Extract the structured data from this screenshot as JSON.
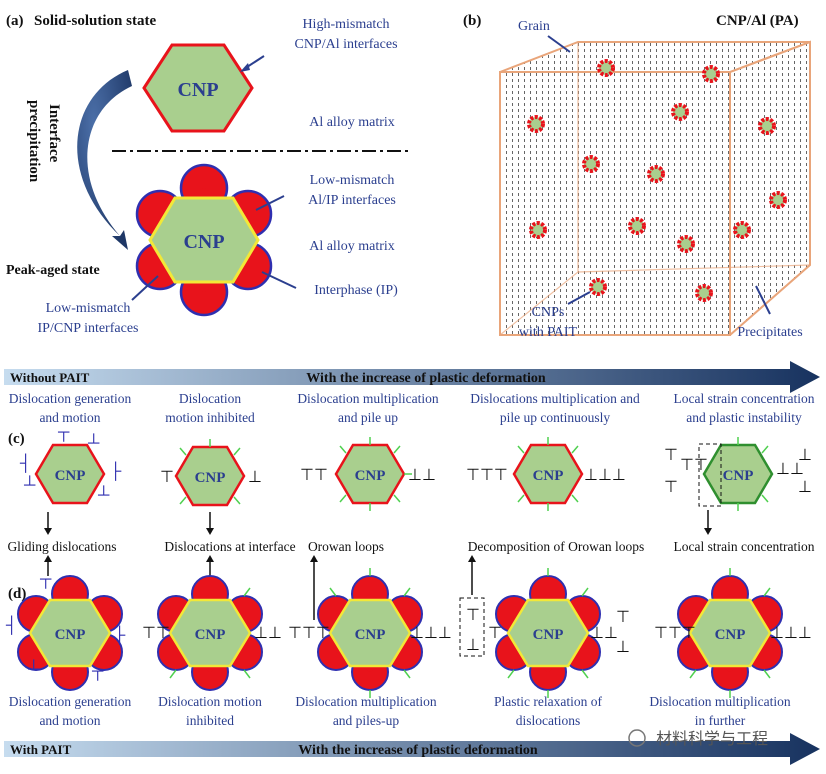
{
  "panel_a": {
    "label": "(a)",
    "title": "Solid-solution state",
    "cnp": "CNP",
    "high_mismatch": [
      "High-mismatch",
      "CNP/Al interfaces"
    ],
    "matrix_top": "Al alloy matrix",
    "interface_precip": [
      "Interface",
      "precipitation"
    ],
    "low_mismatch_al": [
      "Low-mismatch",
      "Al/IP interfaces"
    ],
    "matrix_bottom": "Al alloy matrix",
    "peak_aged": "Peak-aged state",
    "interphase": "Interphase (IP)",
    "low_mismatch_cnp": [
      "Low-mismatch",
      "IP/CNP interfaces"
    ]
  },
  "panel_b": {
    "label": "(b)",
    "grain": "Grain",
    "title": "CNP/Al (PA)",
    "cnps": [
      "CNPs",
      "with PAIT"
    ],
    "precipitates": "Precipitates"
  },
  "arrow_top": {
    "left": "Without PAIT",
    "center": "With the increase of plastic deformation"
  },
  "row_c": {
    "label": "(c)",
    "headings": [
      [
        "Dislocation generation",
        "and motion"
      ],
      [
        "Dislocation",
        "motion inhibited"
      ],
      [
        "Dislocation multiplication",
        "and pile up"
      ],
      [
        "Dislocations multiplication and",
        "pile up continuously"
      ],
      [
        "Local strain concentration",
        "and plastic instability"
      ]
    ],
    "cnp": "CNP",
    "captions": [
      "Gliding dislocations",
      "Dislocations at interface",
      "Orowan loops",
      "Decomposition of Orowan loops",
      "Local strain concentration"
    ]
  },
  "row_d": {
    "label": "(d)",
    "cnp": "CNP",
    "captions": [
      [
        "Dislocation generation",
        "and motion"
      ],
      [
        "Dislocation motion",
        "inhibited"
      ],
      [
        "Dislocation multiplication",
        "and piles-up"
      ],
      [
        "Plastic relaxation of",
        "dislocations"
      ],
      [
        "Dislocation multiplication",
        "in further"
      ]
    ]
  },
  "arrow_bottom": {
    "left": "With PAIT",
    "center": "With the increase of plastic deformation"
  },
  "watermark": "材料科学与工程",
  "colors": {
    "cnp_fill": "#a9cf8e",
    "red": "#e8131b",
    "blue_outline": "#2f2fb0",
    "yellow": "#f2e838",
    "text_blue": "#2b3f8f",
    "box_edge": "#e9a57a",
    "arrow_dark": "#1d3a6e"
  }
}
